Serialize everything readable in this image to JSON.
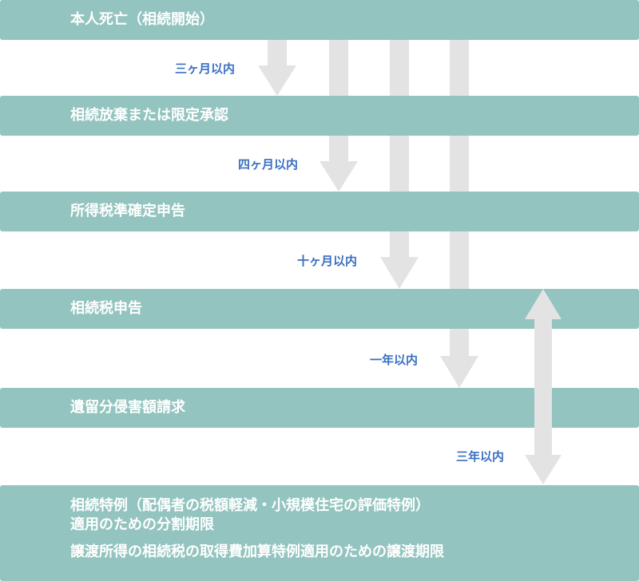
{
  "stages": [
    {
      "lines": [
        "本人死亡（相続開始）"
      ]
    },
    {
      "lines": [
        "相続放棄または限定承認"
      ]
    },
    {
      "lines": [
        "所得税準確定申告"
      ]
    },
    {
      "lines": [
        "相続税申告"
      ]
    },
    {
      "lines": [
        "遺留分侵害額請求"
      ]
    },
    {
      "lines": [
        "相続特例（配偶者の税額軽減・小規模住宅の評価特例）",
        "適用のための分割期限",
        "譲渡所得の相続税の取得費加算特例適用のための譲渡期限"
      ]
    }
  ],
  "periods": {
    "three_months": "三ヶ月以内",
    "four_months": "四ヶ月以内",
    "ten_months": "十ヶ月以内",
    "one_year": "一年以内",
    "three_years": "三年以内"
  },
  "colors": {
    "bar": "#93c4bf",
    "arrow": "#e3e3e3",
    "period_label": "#3a6fc1"
  }
}
